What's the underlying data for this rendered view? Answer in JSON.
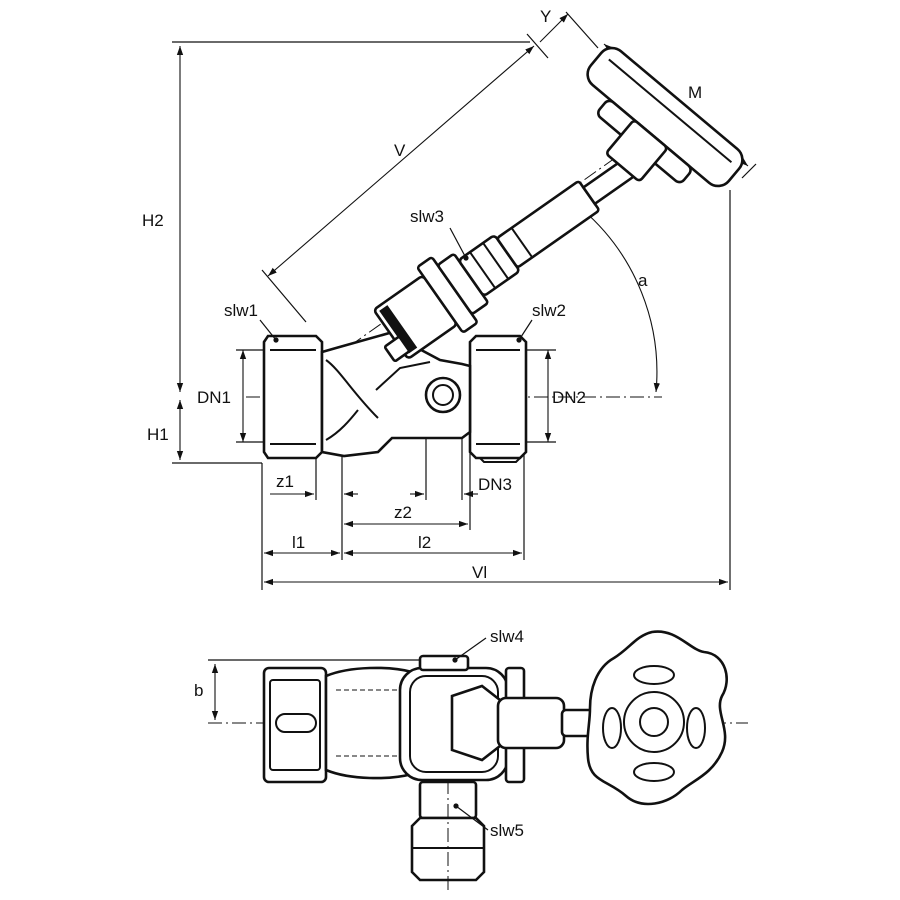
{
  "diagram": {
    "labels": {
      "y": "Y",
      "m": "M",
      "v": "V",
      "h2": "H2",
      "slw3": "slw3",
      "a": "a",
      "slw1": "slw1",
      "slw2": "slw2",
      "dn1": "DN1",
      "dn2": "DN2",
      "h1": "H1",
      "z1": "z1",
      "dn3": "DN3",
      "z2": "z2",
      "l1": "l1",
      "l2": "l2",
      "vl": "Vl",
      "slw4": "slw4",
      "b": "b",
      "slw5": "slw5"
    }
  }
}
